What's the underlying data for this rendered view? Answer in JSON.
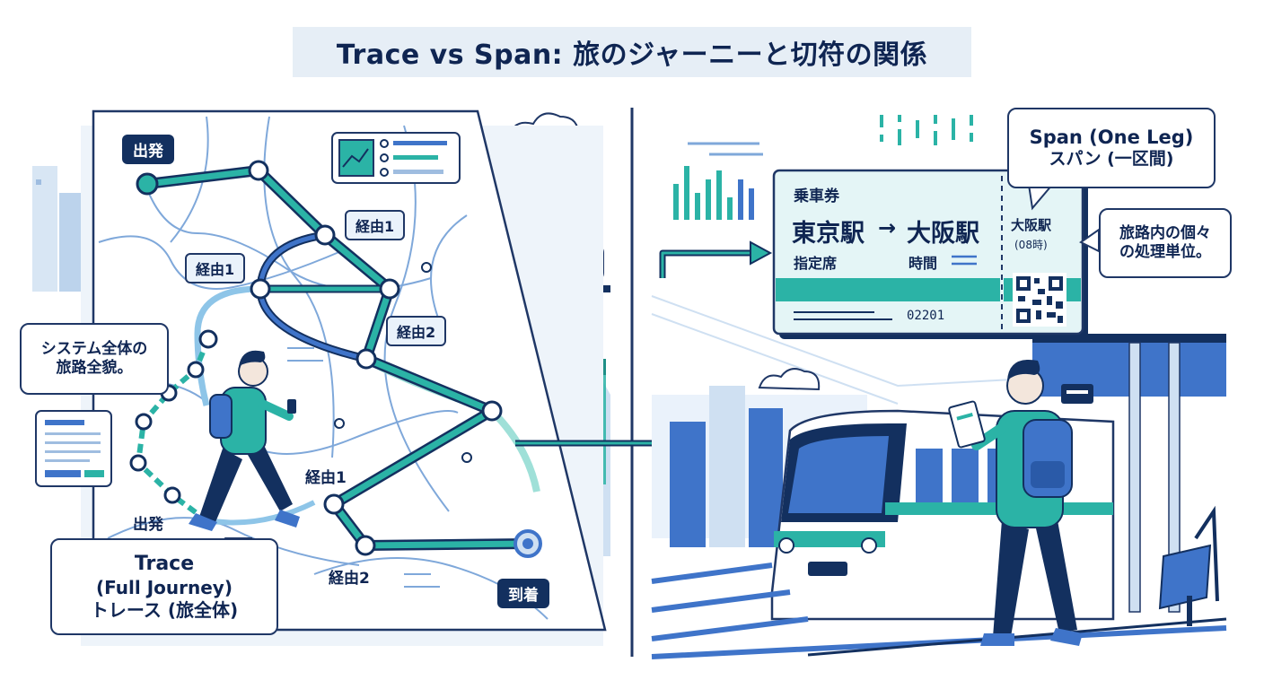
{
  "title": "Trace vs Span: 旅のジャーニーと切符の関係",
  "trace_panel": {
    "start_chip": "出発",
    "arrive_chip": "到着",
    "start_label": "出発",
    "waypoints": [
      "経由1",
      "経由1",
      "経由2",
      "経由1",
      "経由2"
    ],
    "overview_note": {
      "line1": "システム全体の",
      "line2": "旅路全貌。"
    },
    "trace_bubble": {
      "line1": "Trace",
      "line2": "(Full Journey)",
      "line3": "トレース (旅全体)"
    }
  },
  "span_panel": {
    "span_bubble": {
      "line1": "Span (One Leg)",
      "line2": "スパン (一区間)"
    },
    "unit_note": {
      "line1": "旅路内の個々",
      "line2": "の処理単位。"
    },
    "ticket": {
      "type": "乗車券",
      "from": "東京駅",
      "arrow": "→",
      "to": "大阪駅",
      "seat": "指定席",
      "time": "時間",
      "number": "02201",
      "stub_station": "大阪駅",
      "stub_time": "(08時)"
    }
  },
  "colors": {
    "navy": "#13305f",
    "teal": "#2bb3a6",
    "blue": "#3f74c9",
    "light_blue": "#cfe0f2"
  }
}
